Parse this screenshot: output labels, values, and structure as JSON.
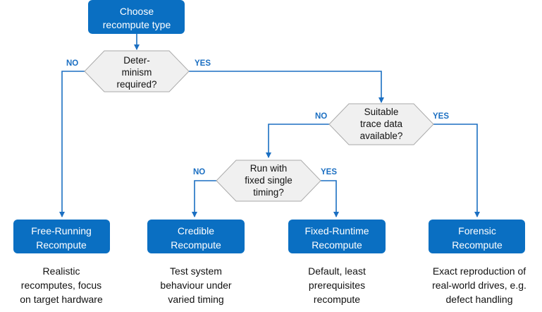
{
  "start": {
    "lines": [
      "Choose",
      "recompute type"
    ]
  },
  "decisions": {
    "determinism": {
      "lines": [
        "Deter-",
        "minism",
        "required?"
      ],
      "no": "NO",
      "yes": "YES"
    },
    "trace": {
      "lines": [
        "Suitable",
        "trace data",
        "available?"
      ],
      "no": "NO",
      "yes": "YES"
    },
    "timing": {
      "lines": [
        "Run with",
        "fixed single",
        "timing?"
      ],
      "no": "NO",
      "yes": "YES"
    }
  },
  "outcomes": [
    {
      "lines": [
        "Free-Running",
        "Recompute"
      ],
      "desc": [
        "Realistic",
        "recomputes, focus",
        "on target hardware"
      ]
    },
    {
      "lines": [
        "Credible",
        "Recompute"
      ],
      "desc": [
        "Test system",
        "behaviour under",
        "varied timing"
      ]
    },
    {
      "lines": [
        "Fixed-Runtime",
        "Recompute"
      ],
      "desc": [
        "Default, least",
        "prerequisites",
        "recompute"
      ]
    },
    {
      "lines": [
        "Forensic",
        "Recompute"
      ],
      "desc": [
        "Exact reproduction of",
        "real-world drives, e.g.",
        "defect handling"
      ]
    }
  ],
  "colors": {
    "box": "#0a6fc2",
    "diamond_fill": "#f0f0f0",
    "diamond_stroke": "#aaaaaa",
    "edge": "#1b6fc2"
  }
}
